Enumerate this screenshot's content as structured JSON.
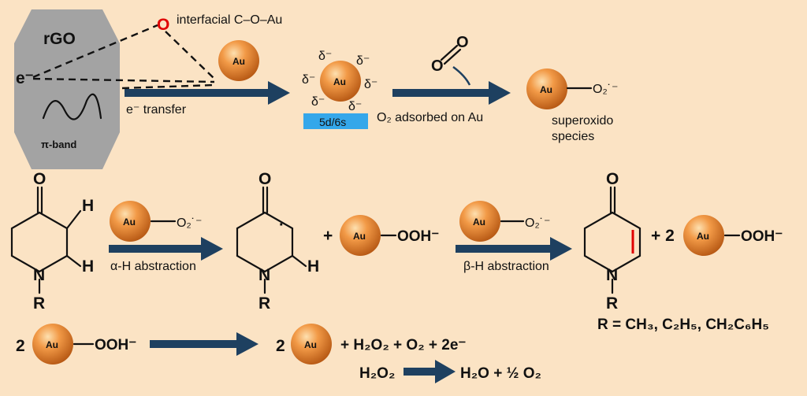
{
  "colors": {
    "background": "#fbe3c4",
    "arrow": "#1e4060",
    "rgo_sheet": "#a3a3a3",
    "au_particle": "#e07a2a",
    "oxygen_interface": "#e00000",
    "orbital_box": "#34a7ea",
    "double_bond": "#e00000"
  },
  "top": {
    "rgo_label": "rGO",
    "electron_label": "e⁻",
    "pi_band_label": "π-band",
    "interface_o": "O",
    "interface_label": "interfacial C–O–Au",
    "au": "Au",
    "transfer_label": "e⁻ transfer",
    "delta": "δ⁻",
    "orbital_label": "5d/6s",
    "o2_mol": "O",
    "adsorbed_label": "O₂ adsorbed on Au",
    "superoxide": "O₂˙⁻",
    "superoxido_line1": "superoxido",
    "superoxido_line2": "species"
  },
  "middle": {
    "ketone_o": "O",
    "h": "H",
    "n": "N",
    "r": "R",
    "radical_dot": "·",
    "alpha_label": "α-H abstraction",
    "plus": "+",
    "ooh": "OOH⁻",
    "beta_label": "β-H abstraction",
    "plus_two": "+ 2",
    "r_def": "R = CH₃, C₂H₅, CH₂C₆H₅"
  },
  "bottom": {
    "coef": "2",
    "rhs_terms": "+ H₂O₂ + O₂ + 2e⁻",
    "h2o2": "H₂O₂",
    "products": "H₂O + ½ O₂"
  }
}
